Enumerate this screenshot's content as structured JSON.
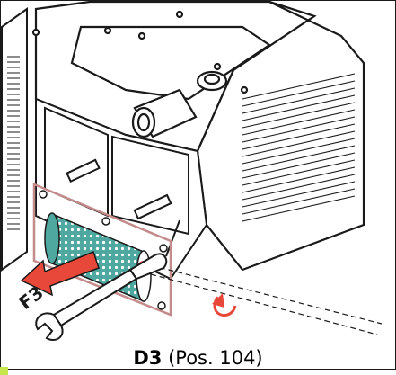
{
  "figure": {
    "force_label": "F3",
    "part_ref": "D3",
    "part_pos": "(Pos. 104)"
  },
  "colors": {
    "line": "#1a1a1a",
    "filter_fill": "#4fa8a0",
    "gasket_outline": "#c48b8b",
    "arrow_fill": "#e8483a",
    "rotation_arrow": "#e8483a",
    "corner_swatch": "#c7e64e"
  },
  "icons": {
    "wrench": "wrench-icon",
    "rotate": "rotate-arrow-icon",
    "pull": "pull-arrow-icon"
  }
}
